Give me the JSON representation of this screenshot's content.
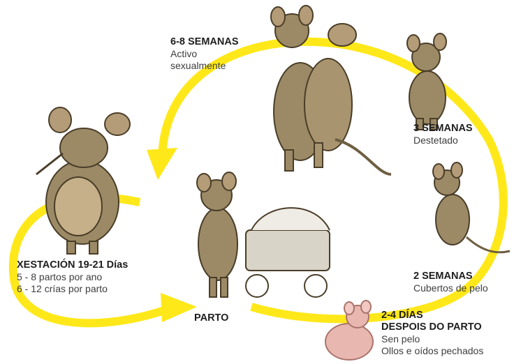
{
  "colors": {
    "arrow": "#FFE81A",
    "rat_body": "#9C8A66",
    "rat_shadow": "#6E5F42",
    "pink_rat": "#E8B8B0",
    "title_text": "#1e1e1e",
    "body_text": "#3d3d3d"
  },
  "stages": {
    "mating": {
      "title": "6-8 SEMANAS",
      "lines": [
        "Activo",
        "sexualmente"
      ]
    },
    "weaned": {
      "title": "3 SEMANAS",
      "lines": [
        "Destetado"
      ]
    },
    "fur": {
      "title": "2 SEMANAS",
      "lines": [
        "Cubertos de pelo"
      ]
    },
    "newborn": {
      "title_lines": [
        "2-4 DÍAS",
        "DESPOIS DO PARTO"
      ],
      "lines": [
        "Sen pelo",
        "Ollos e oídos pechados"
      ]
    },
    "birth": {
      "title": "PARTO"
    },
    "gestation": {
      "title": "XESTACIÓN 19-21 Días",
      "lines": [
        "5 - 8 partos por ano",
        "6 - 12 crías por parto"
      ]
    }
  },
  "illustrations": [
    "rat-couple-illustration",
    "weaned-rat-illustration",
    "furred-young-rat-illustration",
    "pink-newborn-rat-illustration",
    "mother-rat-with-pram-illustration",
    "pregnant-rat-illustration"
  ]
}
